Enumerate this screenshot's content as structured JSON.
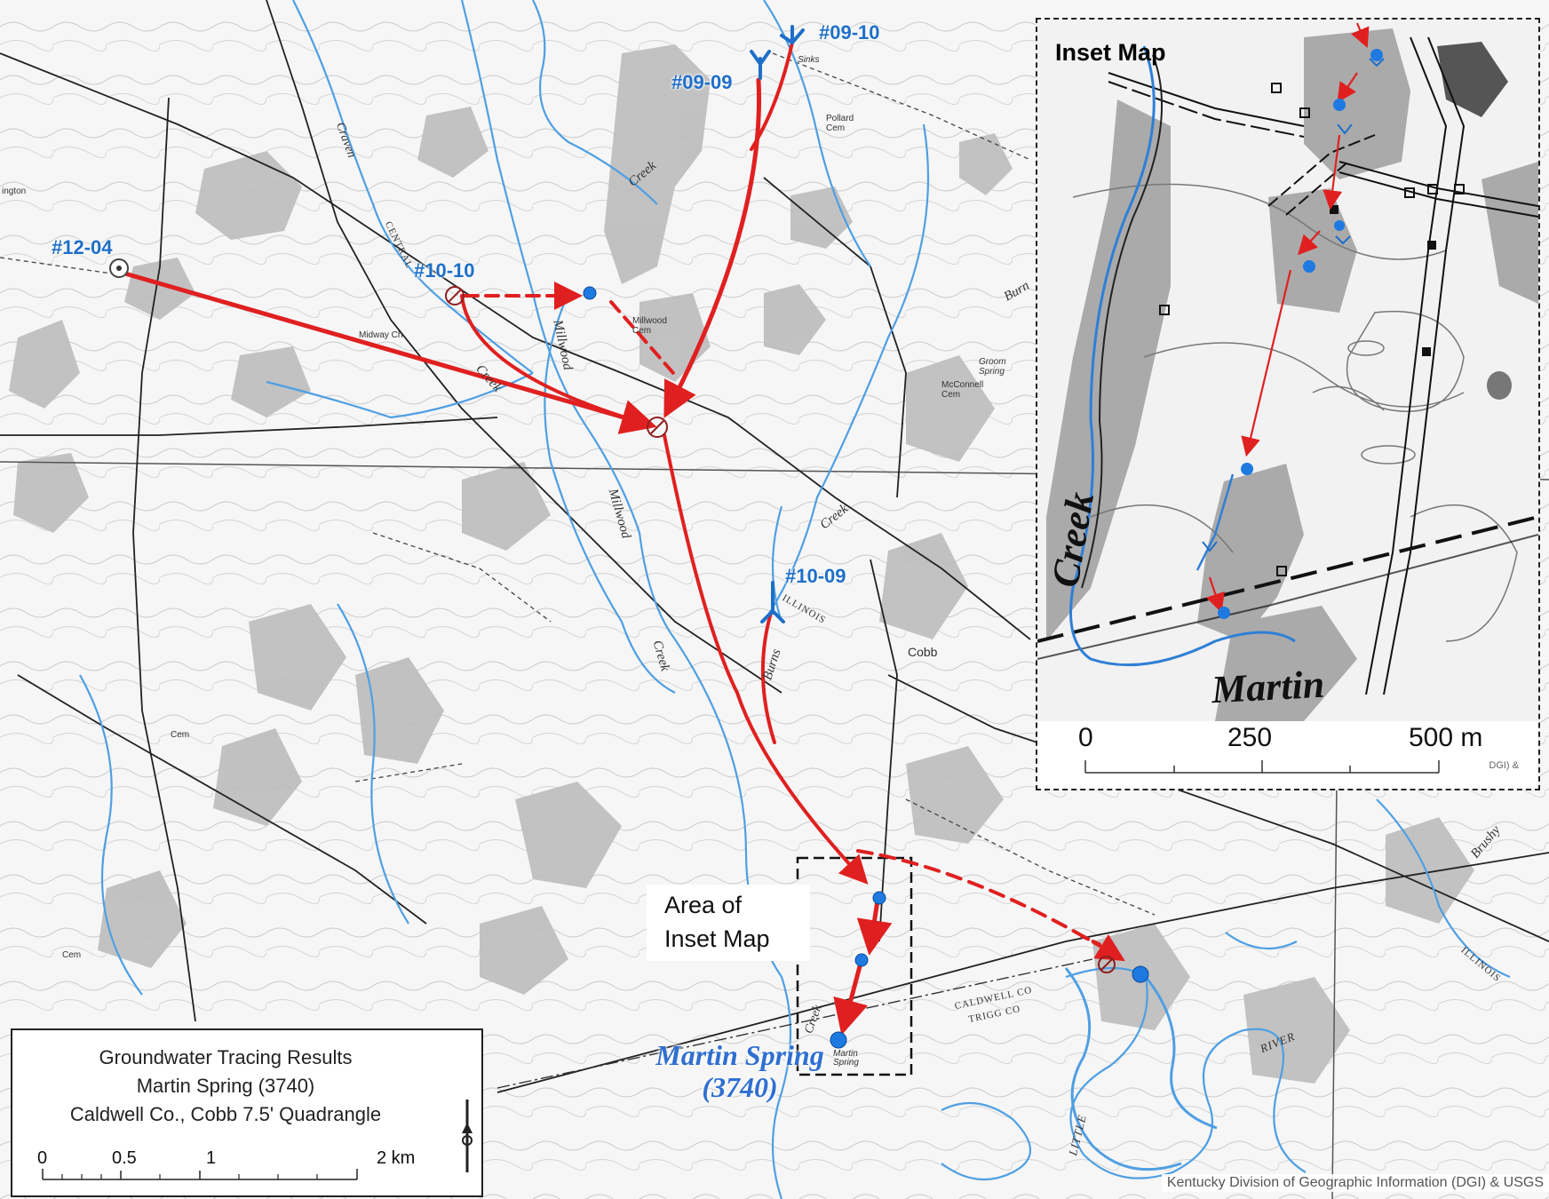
{
  "site_labels": {
    "s0909": "#09-09",
    "s0910": "#09-10",
    "s1010": "#10-10",
    "s1204": "#12-04",
    "s1009": "#10-09"
  },
  "place_names": {
    "craven": "Craven",
    "central": "CENTRAL",
    "millwood1": "Millwood",
    "millwood2": "Millwood",
    "creek1": "Creek",
    "creek2": "Creek",
    "creek3": "Creek",
    "creek4": "Creek",
    "creek5": "Creek",
    "burns": "Burns",
    "burns2": "Burn",
    "illinois1": "ILLINOIS",
    "illinois2": "ILLINOIS",
    "cobb": "Cobb",
    "midway": "Midway Ch",
    "pollard": "Pollard Cem",
    "millwood_cem": "Millwood Cem",
    "groom": "Groom Spring",
    "mcconnell": "McConnell Cem",
    "sinks": "Sinks",
    "caldwell": "CALDWELL CO",
    "trigg": "TRIGG CO",
    "river": "RIVER",
    "little": "LITTLE",
    "brushy": "Brushy",
    "cem1": "Cem",
    "cem2": "Cem",
    "martin_spring_small": "Martin Spring",
    "ington": "ington"
  },
  "spring": {
    "name": "Martin Spring",
    "id": "(3740)"
  },
  "inset_area_label": "Area of Inset Map",
  "inset": {
    "title": "Inset Map",
    "creek_label": "Creek",
    "martin_label": "Martin",
    "scale_labels": [
      "0",
      "250",
      "500 m"
    ],
    "credit": "DGI) &"
  },
  "legend": {
    "lines": [
      "Groundwater Tracing Results",
      "Martin Spring (3740)",
      "Caldwell Co., Cobb 7.5' Quadrangle"
    ],
    "scale_labels": [
      "0",
      "0.5",
      "1",
      "2 km"
    ]
  },
  "credit": "Kentucky Division of Geographic Information (DGI) & USGS",
  "colors": {
    "trace_arrow": "#e02020",
    "stream": "#4f9fe3",
    "site_label": "#1e6fc8",
    "woodland": "#b8b8b8"
  }
}
